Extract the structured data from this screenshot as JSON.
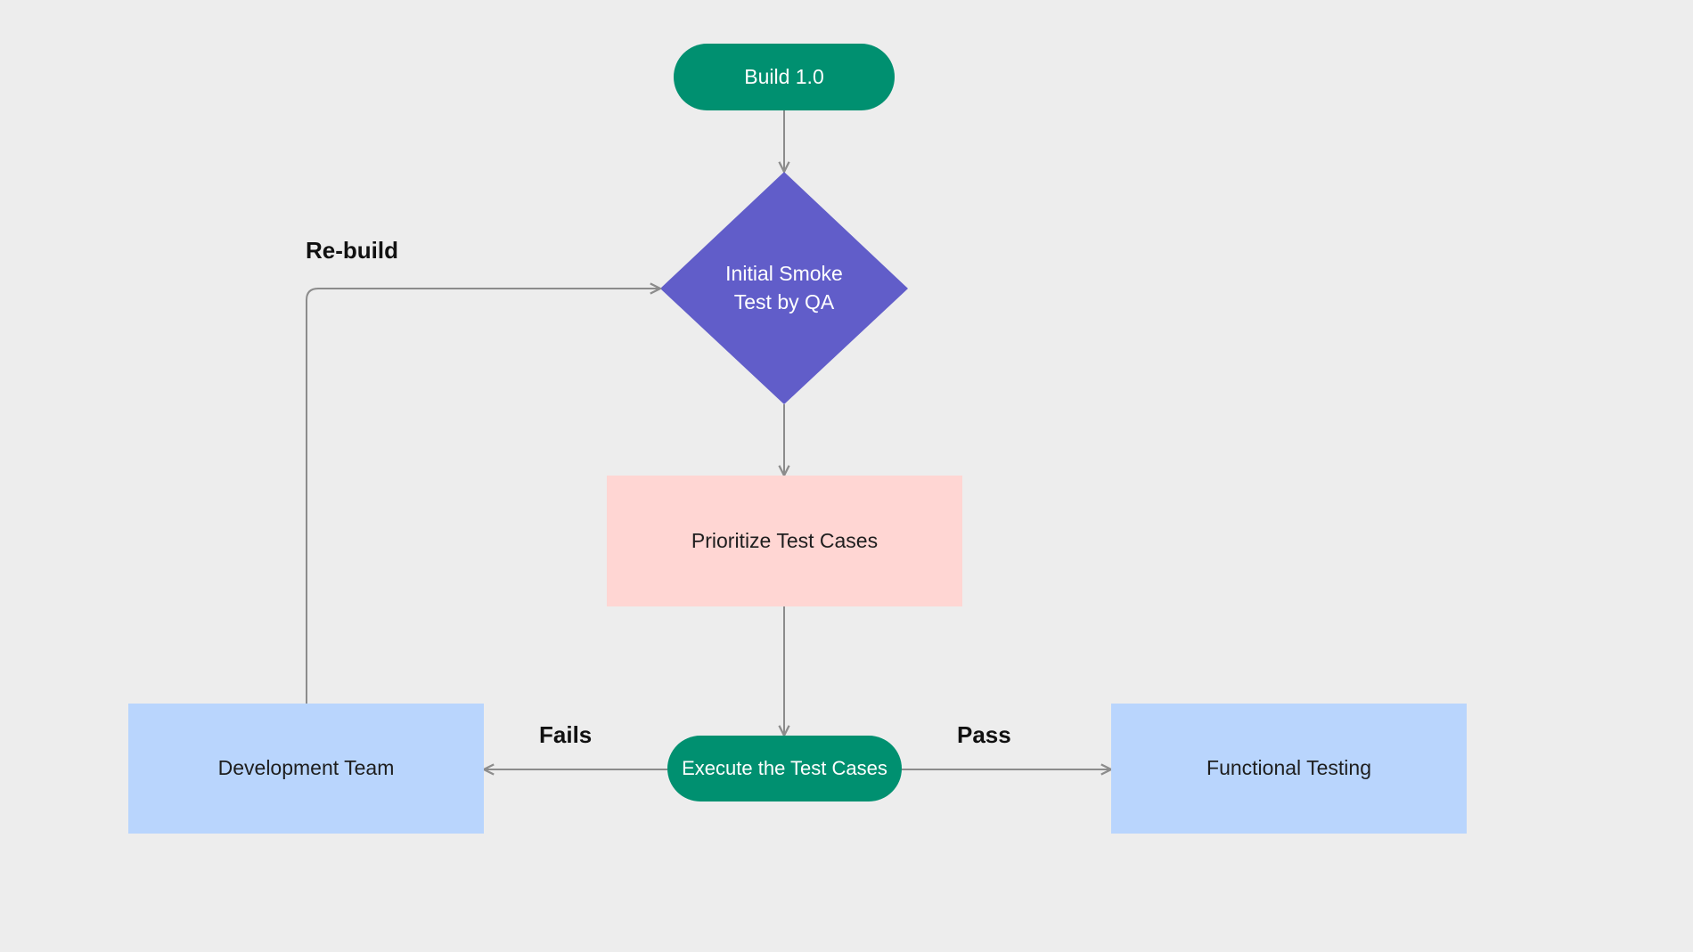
{
  "diagram": {
    "nodes": {
      "build": "Build 1.0",
      "smoke_test": "Initial Smoke\nTest by QA",
      "prioritize": "Prioritize Test Cases",
      "execute": "Execute the Test Cases",
      "development": "Development Team",
      "functional": "Functional Testing"
    },
    "edge_labels": {
      "rebuild": "Re-build",
      "fails": "Fails",
      "pass": "Pass"
    }
  },
  "colors": {
    "background": "#EDEDED",
    "terminal_green": "#009070",
    "decision_purple": "#615DC9",
    "process_pink": "#FFD6D3",
    "process_blue": "#B9D5FD",
    "connector_gray": "#8C8C8C"
  }
}
